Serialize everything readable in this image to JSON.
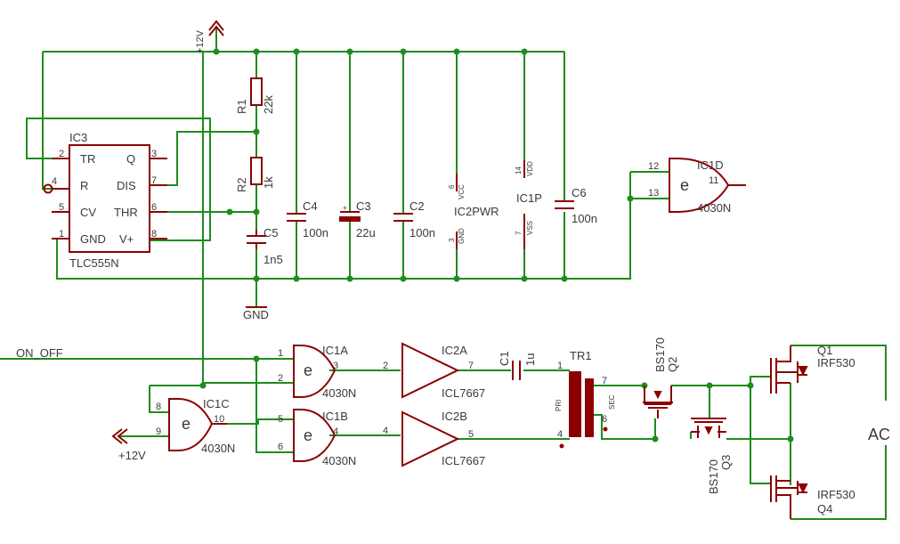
{
  "ic3": {
    "ref": "IC3",
    "type": "TLC555N",
    "pins": {
      "p2": "2",
      "p4": "4",
      "p5": "5",
      "p1": "1",
      "p3": "3",
      "p7": "7",
      "p6": "6",
      "p8": "8"
    },
    "names": {
      "tr": "TR",
      "r": "R",
      "cv": "CV",
      "gnd": "GND",
      "q": "Q",
      "dis": "DIS",
      "thr": "THR",
      "vp": "V+"
    }
  },
  "power": {
    "vcc": "+12V",
    "gnd": "GND",
    "vcc2": "+12V"
  },
  "r1": {
    "ref": "R1",
    "value": "22k"
  },
  "r2": {
    "ref": "R2",
    "value": "1k"
  },
  "c5": {
    "ref": "C5",
    "value": "1n5"
  },
  "c4": {
    "ref": "C4",
    "value": "100n"
  },
  "c3": {
    "ref": "C3",
    "value": "22u"
  },
  "c2": {
    "ref": "C2",
    "value": "100n"
  },
  "c6": {
    "ref": "C6",
    "value": "100n"
  },
  "c1": {
    "ref": "C1",
    "value": "1u"
  },
  "ic2pwr": {
    "ref": "IC2PWR",
    "p6": "6",
    "vcc": "VCC",
    "p3": "3",
    "gnd": "GND"
  },
  "ic1p": {
    "ref": "IC1P",
    "p14": "14",
    "vdd": "VDD",
    "p7": "7",
    "vss": "VSS"
  },
  "ic1d": {
    "ref": "IC1D",
    "type": "4030N",
    "a": "12",
    "b": "13",
    "out": "11"
  },
  "ic1a": {
    "ref": "IC1A",
    "type": "4030N",
    "a": "1",
    "b": "2",
    "out": "3"
  },
  "ic1b": {
    "ref": "IC1B",
    "type": "4030N",
    "a": "5",
    "b": "6",
    "out": "4"
  },
  "ic1c": {
    "ref": "IC1C",
    "type": "4030N",
    "a": "8",
    "b": "9",
    "out": "10"
  },
  "ic2a": {
    "ref": "IC2A",
    "type": "ICL7667",
    "in": "2",
    "out": "7"
  },
  "ic2b": {
    "ref": "IC2B",
    "type": "ICL7667",
    "in": "4",
    "out": "5"
  },
  "gate_symbol": "e",
  "tr1": {
    "ref": "TR1",
    "pri": "PRI",
    "sec": "SEC",
    "p1": "1",
    "p4": "4",
    "p7": "7",
    "p6": "6"
  },
  "q2": {
    "ref": "Q2",
    "type": "BS170"
  },
  "q3": {
    "ref": "Q3",
    "type": "BS170"
  },
  "q1": {
    "ref": "Q1",
    "type": "IRF530"
  },
  "q4": {
    "ref": "Q4",
    "type": "IRF530"
  },
  "net_on_off": "ON_OFF",
  "ac": "AC"
}
